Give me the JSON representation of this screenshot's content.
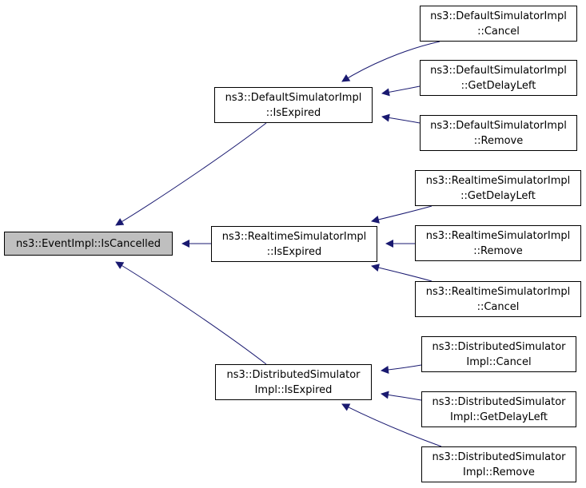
{
  "diagram": {
    "edge_color": "#191970",
    "root_fill": "#bfbfbf",
    "nodes": [
      {
        "id": "root",
        "lines": [
          "ns3::EventImpl::IsCancelled"
        ]
      },
      {
        "id": "dsi_isexpired",
        "lines": [
          "ns3::DefaultSimulatorImpl",
          "::IsExpired"
        ]
      },
      {
        "id": "rsi_isexpired",
        "lines": [
          "ns3::RealtimeSimulatorImpl",
          "::IsExpired"
        ]
      },
      {
        "id": "dist_isexpired",
        "lines": [
          "ns3::DistributedSimulator",
          "Impl::IsExpired"
        ]
      },
      {
        "id": "dsi_cancel",
        "lines": [
          "ns3::DefaultSimulatorImpl",
          "::Cancel"
        ]
      },
      {
        "id": "dsi_getdelayleft",
        "lines": [
          "ns3::DefaultSimulatorImpl",
          "::GetDelayLeft"
        ]
      },
      {
        "id": "dsi_remove",
        "lines": [
          "ns3::DefaultSimulatorImpl",
          "::Remove"
        ]
      },
      {
        "id": "rsi_getdelayleft",
        "lines": [
          "ns3::RealtimeSimulatorImpl",
          "::GetDelayLeft"
        ]
      },
      {
        "id": "rsi_remove",
        "lines": [
          "ns3::RealtimeSimulatorImpl",
          "::Remove"
        ]
      },
      {
        "id": "rsi_cancel",
        "lines": [
          "ns3::RealtimeSimulatorImpl",
          "::Cancel"
        ]
      },
      {
        "id": "dist_cancel",
        "lines": [
          "ns3::DistributedSimulator",
          "Impl::Cancel"
        ]
      },
      {
        "id": "dist_getdelayleft",
        "lines": [
          "ns3::DistributedSimulator",
          "Impl::GetDelayLeft"
        ]
      },
      {
        "id": "dist_remove",
        "lines": [
          "ns3::DistributedSimulator",
          "Impl::Remove"
        ]
      }
    ],
    "edges": [
      {
        "from": "dsi_isexpired",
        "to": "root"
      },
      {
        "from": "rsi_isexpired",
        "to": "root"
      },
      {
        "from": "dist_isexpired",
        "to": "root"
      },
      {
        "from": "dsi_cancel",
        "to": "dsi_isexpired"
      },
      {
        "from": "dsi_getdelayleft",
        "to": "dsi_isexpired"
      },
      {
        "from": "dsi_remove",
        "to": "dsi_isexpired"
      },
      {
        "from": "rsi_getdelayleft",
        "to": "rsi_isexpired"
      },
      {
        "from": "rsi_remove",
        "to": "rsi_isexpired"
      },
      {
        "from": "rsi_cancel",
        "to": "rsi_isexpired"
      },
      {
        "from": "dist_cancel",
        "to": "dist_isexpired"
      },
      {
        "from": "dist_getdelayleft",
        "to": "dist_isexpired"
      },
      {
        "from": "dist_remove",
        "to": "dist_isexpired"
      }
    ]
  }
}
